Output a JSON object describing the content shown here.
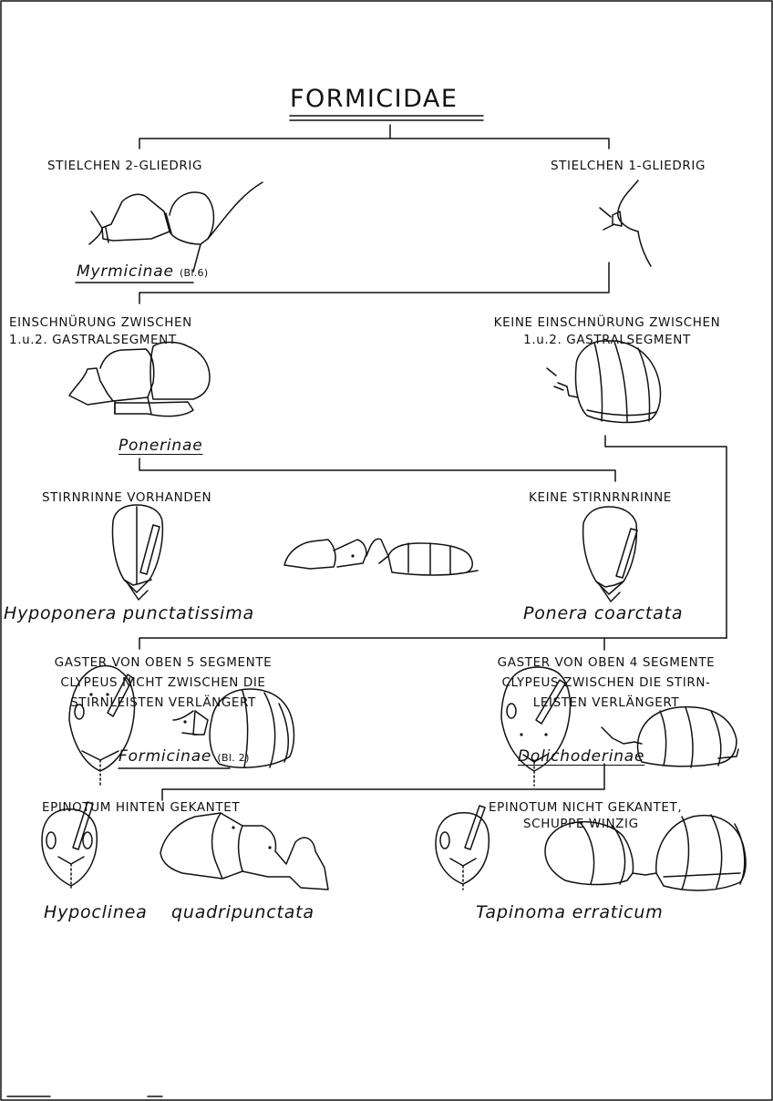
{
  "title": "FORMICIDAE",
  "step1": {
    "left": "STIELCHEN 2-GLIEDRIG",
    "right": "STIELCHEN 1-GLIEDRIG",
    "taxon": "Myrmicinae",
    "ref": "(Bl.6)"
  },
  "step2": {
    "left_line1": "EINSCHNÜRUNG ZWISCHEN",
    "left_line2": "1.u.2. GASTRALSEGMENT",
    "right_line1": "KEINE EINSCHNÜRUNG ZWISCHEN",
    "right_line2": "1.u.2. GASTRALSEGMENT",
    "taxon": "Ponerinae"
  },
  "step3": {
    "left": "STIRNRINNE VORHANDEN",
    "right": "KEINE STIRNRNRINNE",
    "species_left": "Hypoponera punctatissima",
    "species_right": "Ponera coarctata"
  },
  "step4": {
    "left_line1": "GASTER VON OBEN 5 SEGMENTE",
    "left_line2": "CLYPEUS NICHT ZWISCHEN DIE",
    "left_line3": "STIRNLEISTEN VERLÄNGERT",
    "right_line1": "GASTER VON OBEN 4 SEGMENTE",
    "right_line2": "CLYPEUS ZWISCHEN DIE STIRN-",
    "right_line3": "LEISTEN VERLÄNGERT",
    "taxon_left": "Formicinae",
    "ref_left": "(Bl. 2)",
    "taxon_right": "Dolichoderinae"
  },
  "step5": {
    "left": "EPINOTUM HINTEN GEKANTET",
    "right_line1": "EPINOTUM NICHT GEKANTET,",
    "right_line2": "SCHUPPE WINZIG",
    "species_left_1": "Hypoclinea",
    "species_left_2": "quadripunctata",
    "species_right": "Tapinoma erraticum"
  }
}
